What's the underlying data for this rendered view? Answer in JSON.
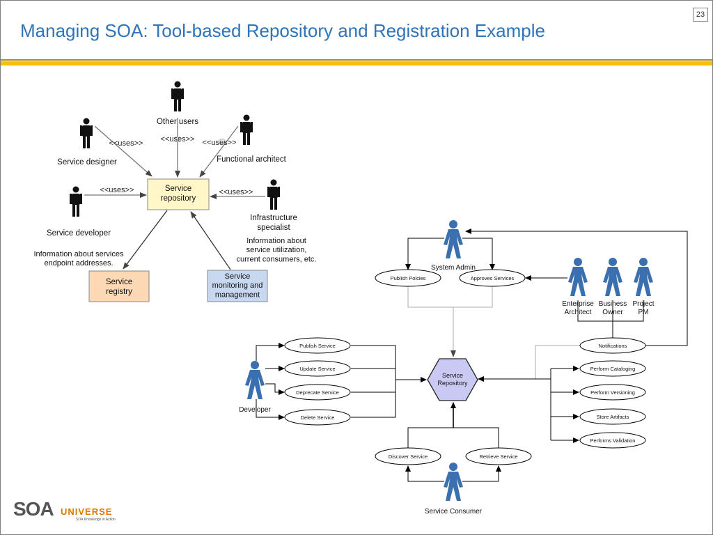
{
  "slide": {
    "title": "Managing SOA: Tool-based Repository and Registration Example",
    "page_number": "23"
  },
  "colors": {
    "title_blue": "#2f73b8",
    "rule_gold": "#f5c000",
    "figure_blue": "#3a6fb0",
    "repository_hex_fill": "#c9c9f3",
    "registry_fill": "#fcd9b4",
    "monitoring_fill": "#c8d8f0",
    "repository_box_fill": "#fff7c8"
  },
  "top_diagram": {
    "actors": {
      "other_users": "Other users",
      "service_designer": "Service designer",
      "functional_architect": "Functional architect",
      "service_developer": "Service developer",
      "infrastructure_specialist": "Infrastructure\nspecialist"
    },
    "uses_label": "<<uses>>",
    "boxes": {
      "service_repository": "Service\nrepository",
      "service_registry": "Service\nregistry",
      "service_monitoring": "Service\nmonitoring and\nmanagement"
    },
    "notes": {
      "endpoint_info": "Information about services\nendpoint addresses.",
      "utilization_info": "Information about\nservice utilization,\ncurrent consumers, etc."
    }
  },
  "bottom_diagram": {
    "center": "Service\nRepository",
    "actors": {
      "system_admin": "System Admin",
      "enterprise_architect": "Enterprise\nArchitect",
      "business_owner": "Business\nOwner",
      "project_pm": "Project\nPM",
      "developer": "Developer",
      "service_consumer": "Service Consumer"
    },
    "use_cases": {
      "publish_policies": "Publish Polcies",
      "approves_services": "Approves Services",
      "publish_service": "Publish Service",
      "update_service": "Update Service",
      "deprecate_service": "Deprecate Service",
      "delete_service": "Delete Service",
      "notifications": "Notifications",
      "perform_cataloging": "Perform Cataloging",
      "perform_versioning": "Perform Versioning",
      "store_artifacts": "Store Artifacts",
      "performs_validation": "Performs Validation",
      "discover_service": "Discover Service",
      "retrieve_service": "Retrieve Service"
    }
  },
  "logo": {
    "brand_main": "SOA",
    "brand_secondary": "UNIVERSE",
    "tagline": "SOA Knowledge in Action"
  }
}
